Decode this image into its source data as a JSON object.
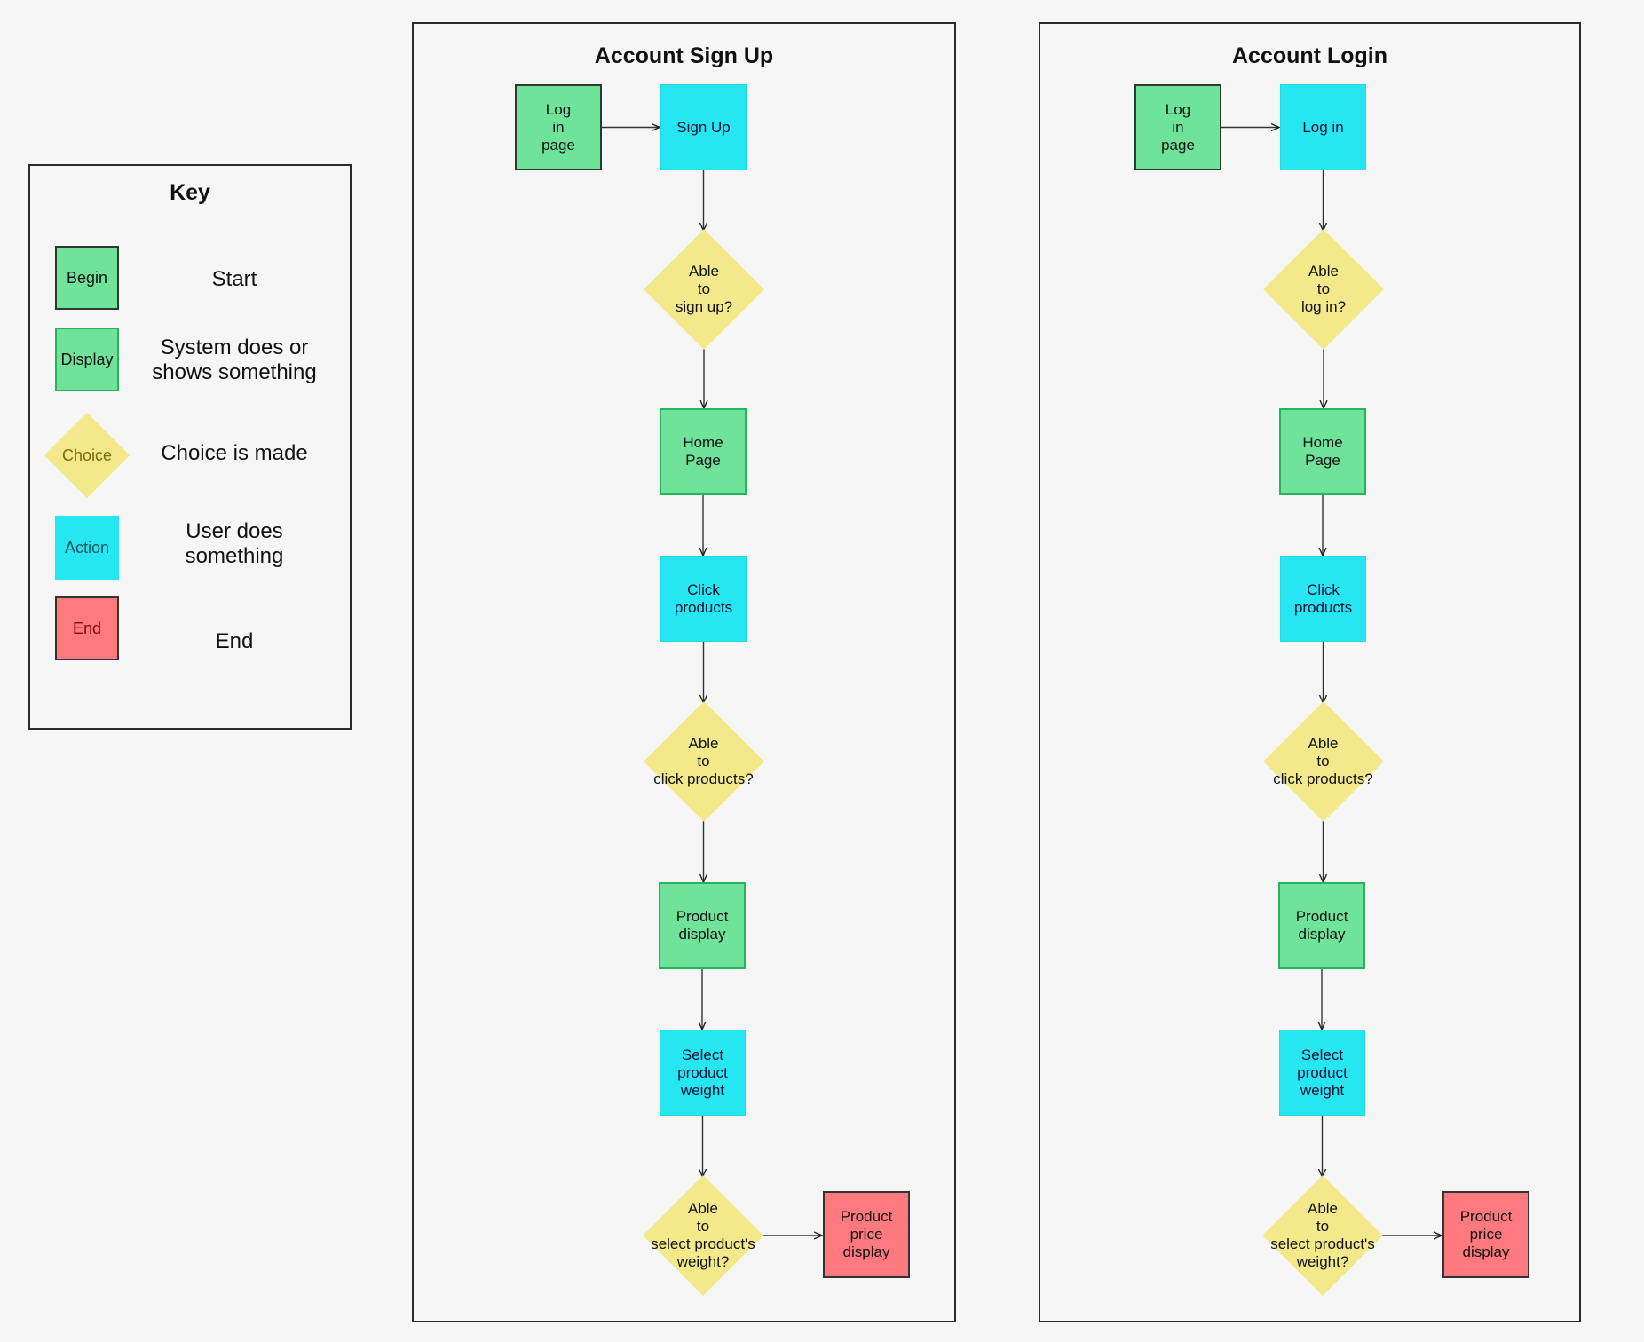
{
  "key": {
    "title": "Key",
    "items": [
      {
        "swatch": "Begin",
        "description": "Start",
        "kind": "begin"
      },
      {
        "swatch": "Display",
        "description": "System does or\nshows something",
        "kind": "display"
      },
      {
        "swatch": "Choice",
        "description": "Choice is made",
        "kind": "choice"
      },
      {
        "swatch": "Action",
        "description": "User does\nsomething",
        "kind": "action"
      },
      {
        "swatch": "End",
        "description": "End",
        "kind": "end"
      }
    ]
  },
  "flows": [
    {
      "title": "Account Sign Up",
      "nodes": [
        {
          "label": "Log\nin\npage",
          "kind": "begin"
        },
        {
          "label": "Sign Up",
          "kind": "action"
        },
        {
          "label": "Able\nto\nsign up?",
          "kind": "choice"
        },
        {
          "label": "Home\nPage",
          "kind": "display"
        },
        {
          "label": "Click\nproducts",
          "kind": "action"
        },
        {
          "label": "Able\nto\nclick products?",
          "kind": "choice"
        },
        {
          "label": "Product\ndisplay",
          "kind": "display"
        },
        {
          "label": "Select\nproduct\nweight",
          "kind": "action"
        },
        {
          "label": "Able\nto\nselect product's\nweight?",
          "kind": "choice"
        },
        {
          "label": "Product\nprice\ndisplay",
          "kind": "end"
        }
      ]
    },
    {
      "title": "Account Login",
      "nodes": [
        {
          "label": "Log\nin\npage",
          "kind": "begin"
        },
        {
          "label": "Log in",
          "kind": "action"
        },
        {
          "label": "Able\nto\nlog in?",
          "kind": "choice"
        },
        {
          "label": "Home\nPage",
          "kind": "display"
        },
        {
          "label": "Click\nproducts",
          "kind": "action"
        },
        {
          "label": "Able\nto\nclick products?",
          "kind": "choice"
        },
        {
          "label": "Product\ndisplay",
          "kind": "display"
        },
        {
          "label": "Select\nproduct\nweight",
          "kind": "action"
        },
        {
          "label": "Able\nto\nselect product's\nweight?",
          "kind": "choice"
        },
        {
          "label": "Product\nprice\ndisplay",
          "kind": "end"
        }
      ]
    }
  ],
  "edges": [
    [
      0,
      1
    ],
    [
      1,
      2
    ],
    [
      2,
      3
    ],
    [
      3,
      4
    ],
    [
      4,
      5
    ],
    [
      5,
      6
    ],
    [
      6,
      7
    ],
    [
      7,
      8
    ],
    [
      8,
      9
    ]
  ],
  "colors": {
    "begin": "#6fe39a",
    "display": "#6fe39a",
    "choice": "#f3e98a",
    "action": "#26e6f2",
    "end": "#ff7a7e",
    "background": "#f6f6f6"
  }
}
